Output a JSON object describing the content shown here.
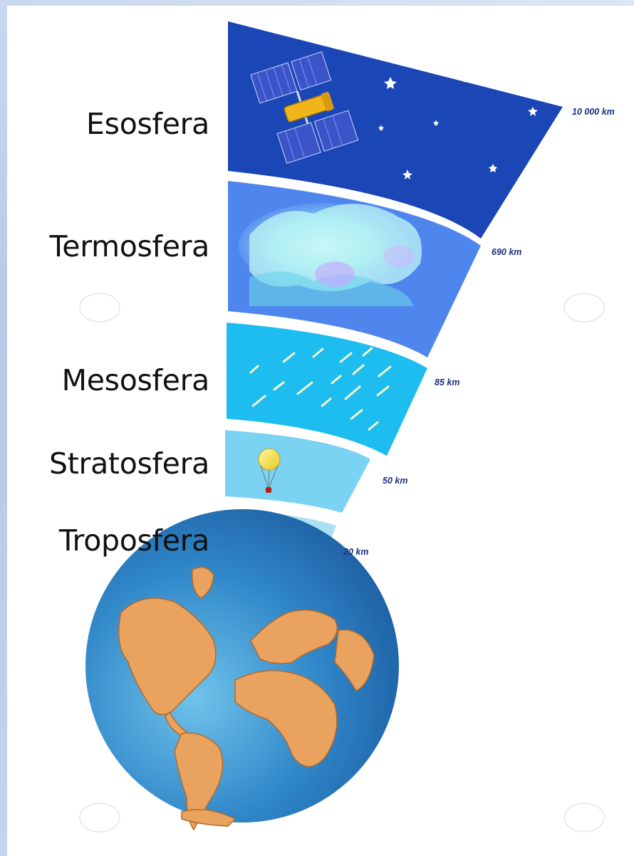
{
  "layers": [
    {
      "name": "Esosfera",
      "altitude": "10 000 km",
      "color": "#1a46b6"
    },
    {
      "name": "Termosfera",
      "altitude": "690 km",
      "color": "#4f86ee"
    },
    {
      "name": "Mesosfera",
      "altitude": "85 km",
      "color": "#1dbdef"
    },
    {
      "name": "Stratosfera",
      "altitude": "50 km",
      "color": "#7ad3f2"
    },
    {
      "name": "Troposfera",
      "altitude": "20 km",
      "color": "#a9e0f6"
    }
  ],
  "colors": {
    "ocean": "#2f86c8",
    "land": "#e9a35e",
    "land_outline": "#b56a2a",
    "label_text": "#111111",
    "altitude_text": "#1a2f80"
  },
  "icons": [
    "satellite-icon",
    "aurora-icon",
    "meteor-icon",
    "weather-balloon-icon",
    "airplane-icon",
    "earth-globe-icon"
  ]
}
